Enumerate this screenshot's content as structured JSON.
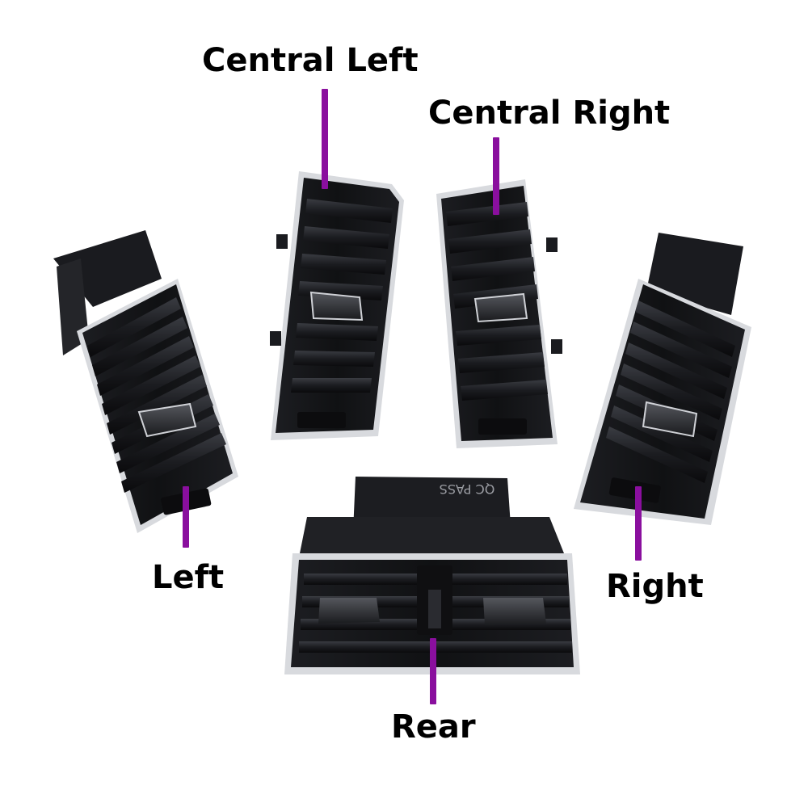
{
  "labels": {
    "central_left": "Central Left",
    "central_right": "Central Right",
    "left": "Left",
    "right": "Right",
    "rear": "Rear"
  },
  "vent_marking": "QC PASS",
  "colors": {
    "pointer": "#8a0f9e",
    "vent_body": "#141416",
    "chrome_trim": "#d9dbe0",
    "background": "#ffffff"
  }
}
